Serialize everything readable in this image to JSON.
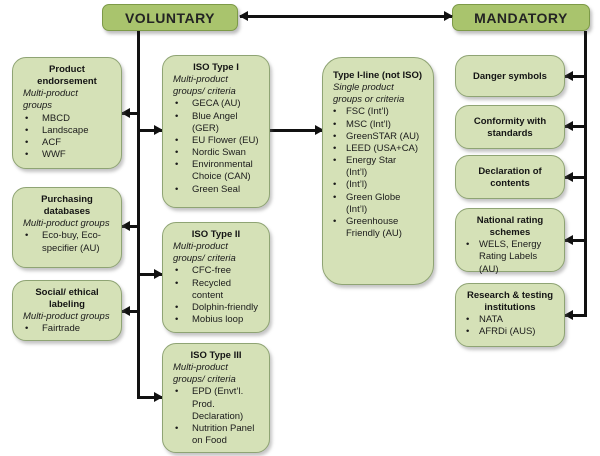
{
  "colors": {
    "header_fill": "#a9c46d",
    "header_border": "#7d9a48",
    "box_fill": "#d5e1b7",
    "box_border": "#8fa474",
    "line_color": "#111111"
  },
  "headers": {
    "voluntary": "VOLUNTARY",
    "mandatory": "MANDATORY"
  },
  "boxes": {
    "product_endorsement": {
      "title": "Product\nendorsement",
      "subtitle": "Multi-product\ngroups",
      "items": [
        "MBCD",
        "Landscape",
        "ACF",
        "WWF"
      ]
    },
    "purchasing_databases": {
      "title": "Purchasing\ndatabases",
      "subtitle": "Multi-product groups",
      "items": [
        "Eco-buy, Eco-\nspecifier (AU)"
      ]
    },
    "social_ethical": {
      "title": "Social/ ethical\nlabeling",
      "subtitle": "Multi-product groups",
      "items": [
        "Fairtrade"
      ]
    },
    "iso_type_1": {
      "title": "ISO Type I",
      "subtitle": "Multi-product\ngroups/ criteria",
      "items": [
        "GECA (AU)",
        "Blue Angel\n(GER)",
        "EU Flower (EU)",
        "Nordic Swan",
        "Environmental\nChoice (CAN)",
        "Green Seal"
      ]
    },
    "iso_type_2": {
      "title": "ISO Type II",
      "subtitle": "Multi-product\ngroups/ criteria",
      "items": [
        "CFC-free",
        "Recycled\ncontent",
        "Dolphin-friendly",
        "Mobius loop"
      ]
    },
    "iso_type_3": {
      "title": "ISO Type III",
      "subtitle": "Multi-product\ngroups/ criteria",
      "items": [
        "EPD (Envt’l.\nProd.\nDeclaration)",
        "Nutrition Panel\non Food"
      ]
    },
    "type_1_line": {
      "title": "Type I-line (not ISO)",
      "subtitle": "Single product\ngroups or criteria",
      "items": [
        "FSC (Int’l)",
        "MSC (Int’l)",
        "GreenSTAR (AU)",
        "LEED (USA+CA)",
        "Energy Star\n(Int’l)",
        "(Int’l)",
        "Green Globe\n(Int’l)",
        "Greenhouse\nFriendly (AU)"
      ]
    },
    "danger_symbols": {
      "title": "Danger symbols"
    },
    "conformity": {
      "title": "Conformity with\nstandards"
    },
    "declaration": {
      "title": "Declaration of\ncontents"
    },
    "national_rating": {
      "title": "National rating\nschemes",
      "items": [
        "WELS, Energy\nRating Labels (AU)"
      ]
    },
    "research_testing": {
      "title": "Research & testing\ninstitutions",
      "items": [
        "NATA",
        "AFRDi (AUS)"
      ]
    }
  }
}
